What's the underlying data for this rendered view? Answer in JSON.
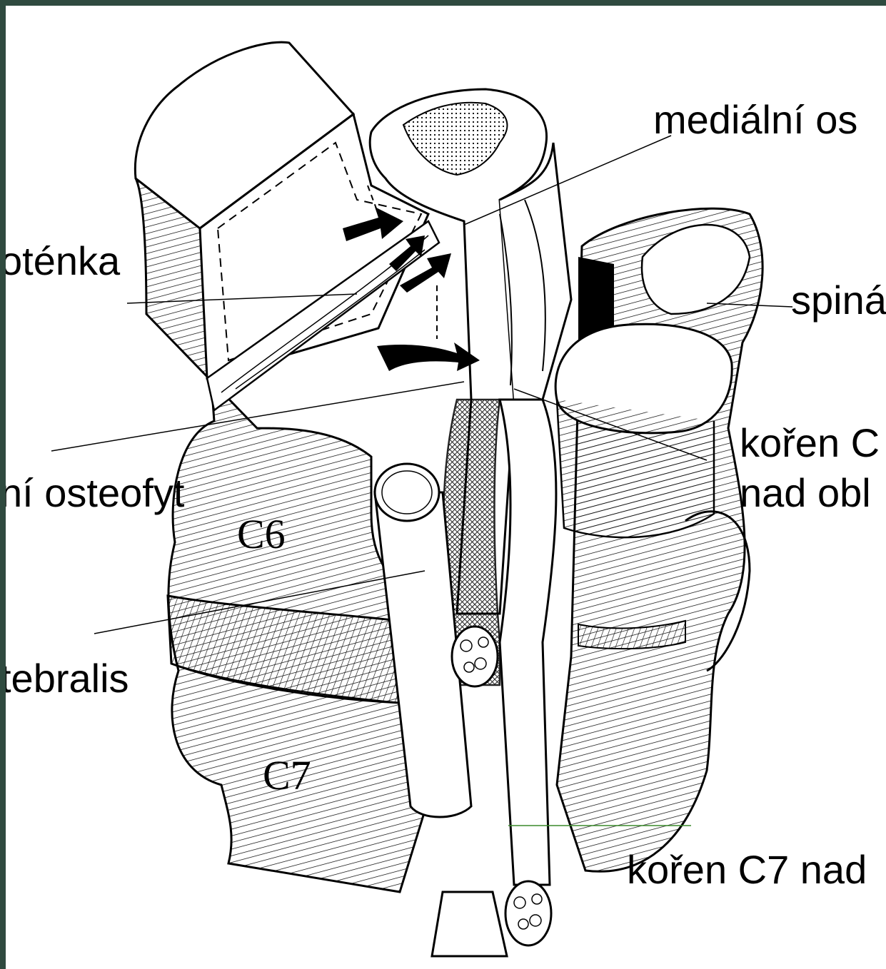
{
  "labels": {
    "medial_osteophyte": "mediální os",
    "membrane": "oténka",
    "spinal": "spiná",
    "root_c6_line1": "kořen C",
    "root_c6_line2": "nad obl",
    "lateral_osteophyte": "ní osteofyt",
    "artery": "tebralis",
    "root_c7": "kořen C7 nad",
    "vertebra_c6": "C6",
    "vertebra_c7": "C7"
  },
  "colors": {
    "frame": "#2f4a3f",
    "background": "#ffffff",
    "ink": "#000000",
    "green_leader": "#3a8a2a",
    "stipple": "#d8d8d8"
  }
}
